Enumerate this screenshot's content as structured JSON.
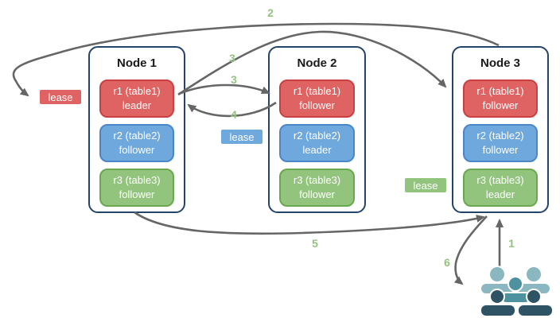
{
  "diagram": {
    "nodes": [
      {
        "title": "Node 1",
        "ranges": [
          {
            "label": "r1 (table1)",
            "role": "leader",
            "color": "red"
          },
          {
            "label": "r2 (table2)",
            "role": "follower",
            "color": "blue"
          },
          {
            "label": "r3 (table3)",
            "role": "follower",
            "color": "green"
          }
        ]
      },
      {
        "title": "Node 2",
        "ranges": [
          {
            "label": "r1 (table1)",
            "role": "follower",
            "color": "red"
          },
          {
            "label": "r2 (table2)",
            "role": "leader",
            "color": "blue"
          },
          {
            "label": "r3 (table3)",
            "role": "follower",
            "color": "green"
          }
        ]
      },
      {
        "title": "Node 3",
        "ranges": [
          {
            "label": "r1 (table1)",
            "role": "follower",
            "color": "red"
          },
          {
            "label": "r2 (table2)",
            "role": "follower",
            "color": "blue"
          },
          {
            "label": "r3 (table3)",
            "role": "leader",
            "color": "green"
          }
        ]
      }
    ],
    "leases": [
      {
        "label": "lease",
        "color": "red"
      },
      {
        "label": "lease",
        "color": "blue"
      },
      {
        "label": "lease",
        "color": "green"
      }
    ],
    "steps": {
      "s1": "1",
      "s2": "2",
      "s3_node3": "3",
      "s3_node2": "3",
      "s4": "4",
      "s5": "5",
      "s6": "6"
    },
    "icons": {
      "users": "users-icon"
    },
    "colors": {
      "red_fill": "#E06363",
      "red_border": "#C94040",
      "blue_fill": "#6FA8DC",
      "blue_border": "#4A86C8",
      "green_fill": "#93C47D",
      "green_border": "#6AA84F",
      "node_border": "#24436B",
      "arrow": "#666666",
      "step_label": "#93C47D",
      "box_text": "#FFFFFF",
      "title_text": "#1A1A1A",
      "users_light": "#8BB8C0",
      "users_mid": "#4E929F",
      "users_dark": "#2E5365"
    }
  }
}
